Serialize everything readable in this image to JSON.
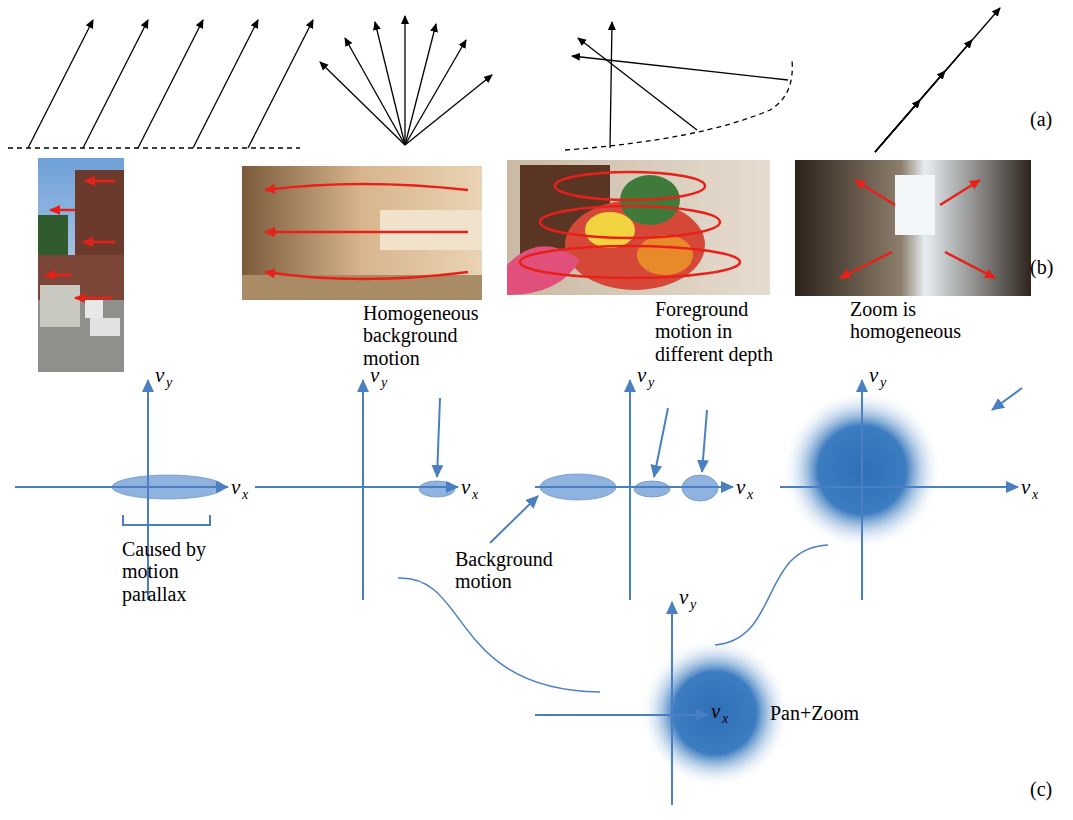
{
  "diagram": {
    "labels": [
      "(a)",
      "(b)",
      "Homogeneous background motion",
      "Foreground motion in different depth",
      "Zoom is homogeneous",
      "Caused by motion parallax",
      "Background motion",
      "Pan+Zoom",
      "(c)",
      "v",
      "y",
      "v",
      "x",
      "v",
      "y",
      "v",
      "x",
      "v",
      "y",
      "v",
      "x",
      "v",
      "y",
      "v",
      "x",
      "v",
      "y",
      "v",
      "x"
    ]
  }
}
